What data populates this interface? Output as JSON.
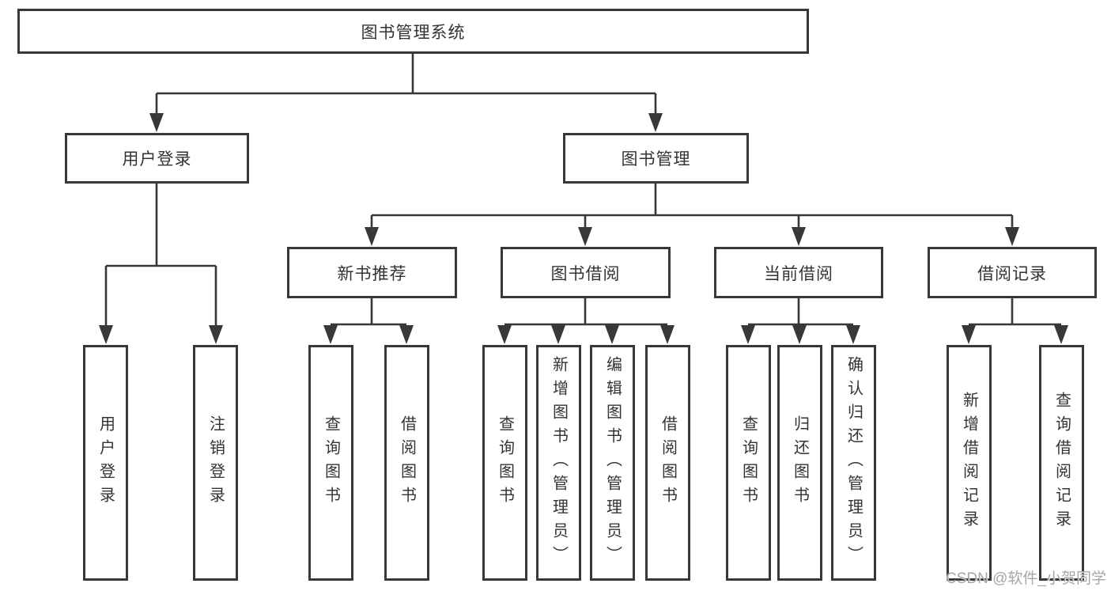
{
  "diagram_title": "图书管理系统",
  "tree": {
    "root": "图书管理系统",
    "branches": [
      {
        "label": "用户登录",
        "children": [
          "用户登录",
          "注销登录"
        ]
      },
      {
        "label": "图书管理",
        "groups": [
          {
            "label": "新书推荐",
            "children": [
              "查询图书",
              "借阅图书"
            ]
          },
          {
            "label": "图书借阅",
            "children": [
              "查询图书",
              "新增图书（管理员）",
              "编辑图书（管理员）",
              "借阅图书"
            ]
          },
          {
            "label": "当前借阅",
            "children": [
              "查询图书",
              "归还图书",
              "确认归还（管理员）"
            ]
          },
          {
            "label": "借阅记录",
            "children": [
              "新增借阅记录",
              "查询借阅记录"
            ]
          }
        ]
      }
    ]
  },
  "watermark": {
    "text": "CSDN @软件_小贺同学",
    "color": "#a6a6a6"
  },
  "colors": {
    "line": "#383838",
    "text": "#333333",
    "background": "#ffffff"
  }
}
